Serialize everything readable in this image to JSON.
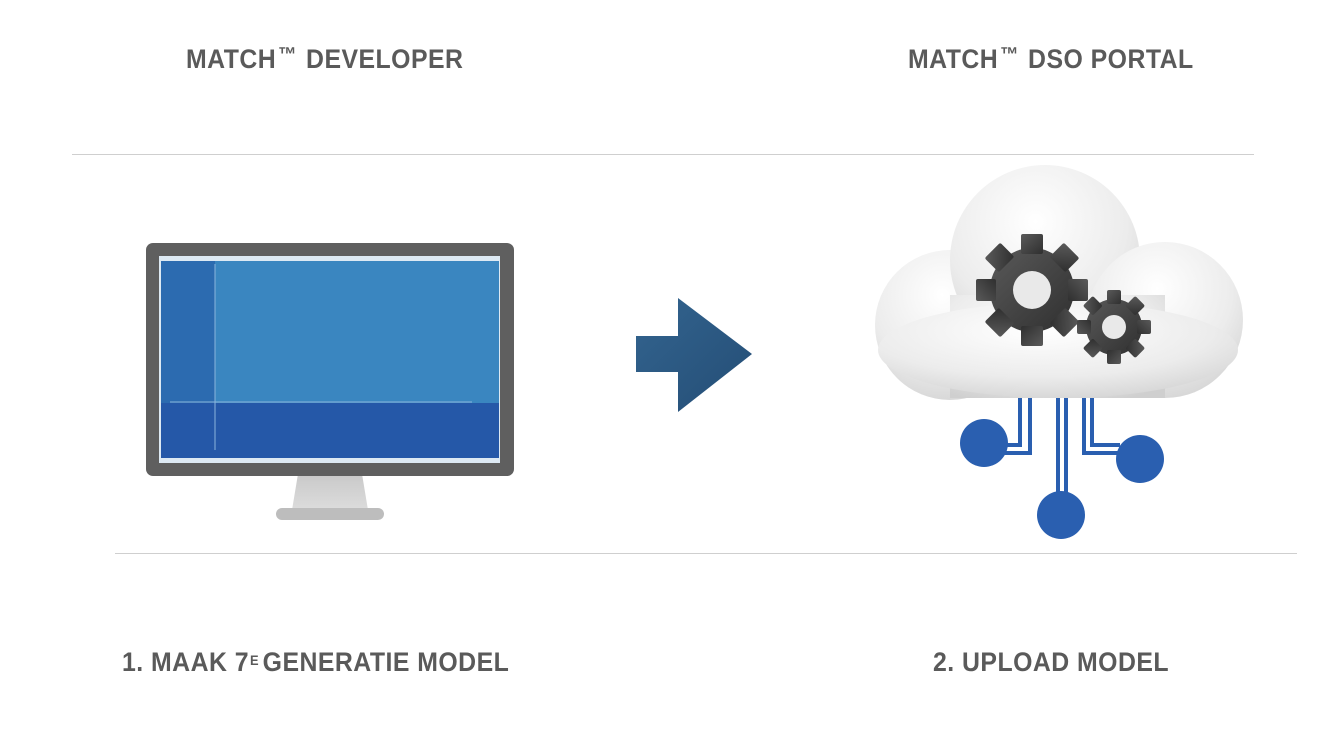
{
  "headers": {
    "left": {
      "prefix": "MATCH",
      "mark": "™",
      "suffix": "DEVELOPER"
    },
    "right": {
      "prefix": "MATCH",
      "mark": "™",
      "suffix": "DSO PORTAL"
    }
  },
  "steps": {
    "left": {
      "number": "1.",
      "text_before": "MAAK 7",
      "superscript": "E",
      "text_after": "GENERATIE MODEL"
    },
    "right": {
      "number": "2.",
      "text": "UPLOAD MODEL"
    }
  },
  "icons": {
    "monitor": "desktop-monitor-icon",
    "arrow": "right-arrow-icon",
    "cloud": "cloud-gears-icon"
  },
  "colors": {
    "heading_text": "#5a5a5a",
    "divider": "#cfcfcf",
    "monitor_bezel": "#5f5f5f",
    "screen_main": "#3a86c0",
    "screen_sidebar": "#2c6bb0",
    "screen_bottom": "#2558a8",
    "arrow": "#2c5a85",
    "gear": "#4a4a4a",
    "circuit": "#2a5fb0"
  }
}
